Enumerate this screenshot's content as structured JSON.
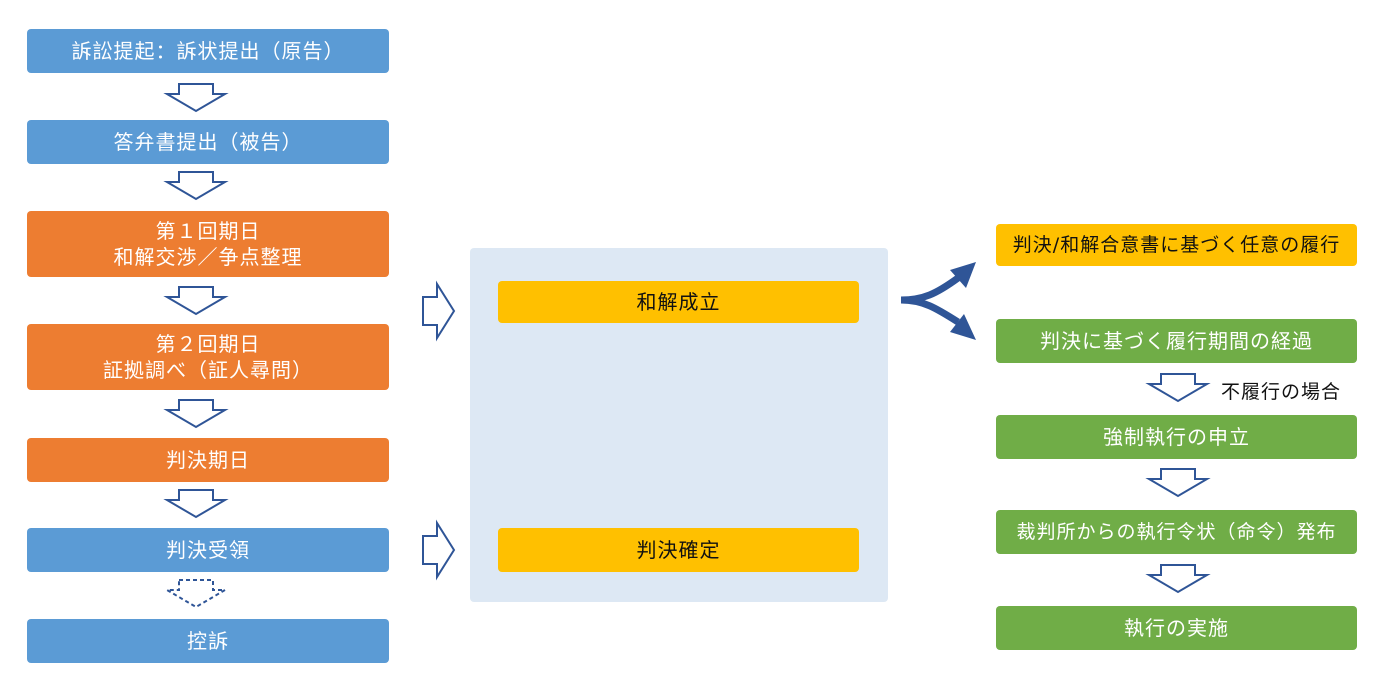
{
  "left_flow": {
    "complaint": "訴訟提起：訴状提出（原告）",
    "answer": "答弁書提出（被告）",
    "first_hearing_line1": "第１回期日",
    "first_hearing_line2": "和解交渉／争点整理",
    "second_hearing_line1": "第２回期日",
    "second_hearing_line2": "証拠調べ（証人尋問）",
    "judgment_date": "判決期日",
    "judgment_receipt": "判決受領",
    "appeal": "控訴"
  },
  "middle": {
    "settlement": "和解成立",
    "judgment_final": "判決確定"
  },
  "right_flow": {
    "voluntary": "判決/和解合意書に基づく任意の履行",
    "deadline_passed": "判決に基づく履行期間の経過",
    "nonperformance_note": "不履行の場合",
    "enforcement_petition": "強制執行の申立",
    "writ_issuance": "裁判所からの執行令状（命令）発布",
    "execution": "執行の実施"
  },
  "colors": {
    "blue": "#5b9bd5",
    "orange": "#ed7d31",
    "yellow": "#ffc000",
    "green": "#70ad47",
    "panel": "#dde8f4",
    "arrow": "#2f5597"
  }
}
